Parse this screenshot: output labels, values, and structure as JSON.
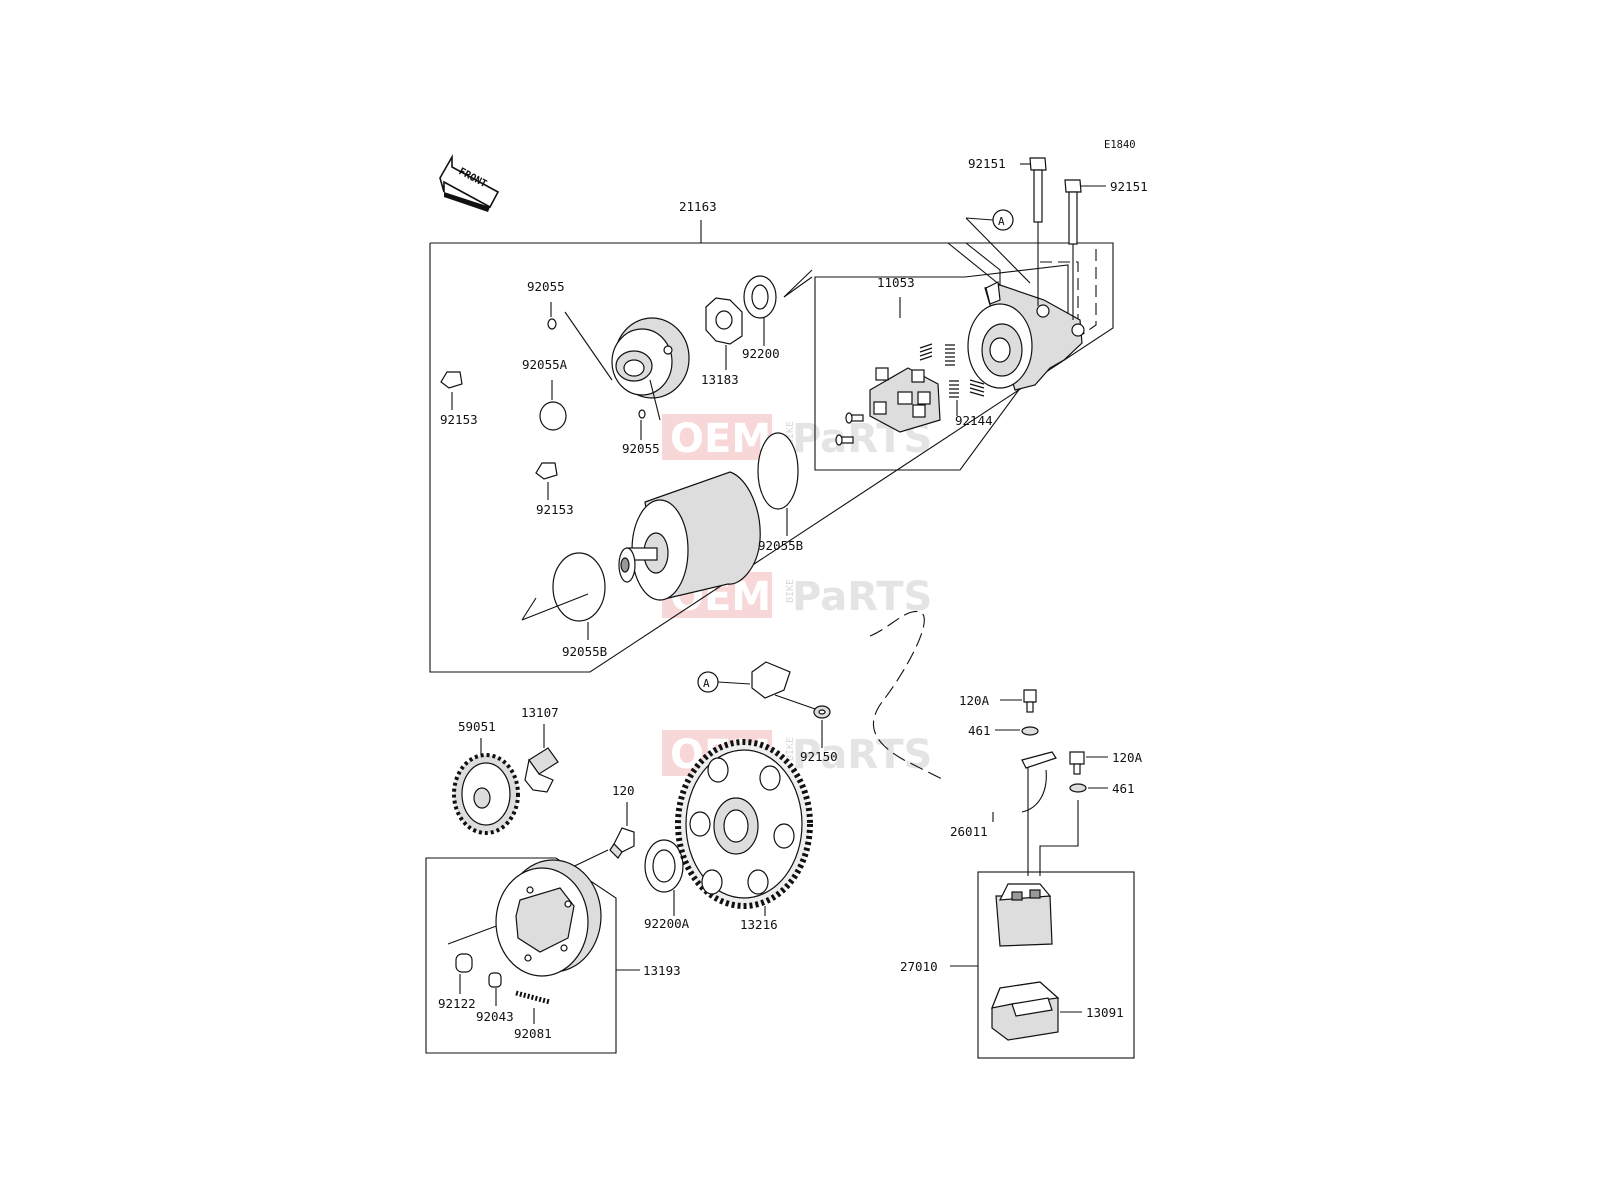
{
  "diagram": {
    "ref_code": "E1840",
    "front_label": "FRONT",
    "callout_a": "A",
    "watermark": {
      "oem": "OEM",
      "bike": "BIKE",
      "parts": "PaRTS"
    },
    "labels": {
      "p21163": "21163",
      "p92055_top": "92055",
      "p92055A": "92055A",
      "p92153_top": "92153",
      "p92055_mid": "92055",
      "p92153_bottom": "92153",
      "p13183": "13183",
      "p92200": "92200",
      "p11053": "11053",
      "p92144": "92144",
      "p92151_left": "92151",
      "p92151_right": "92151",
      "p92055B_right": "92055B",
      "p92055B_left": "92055B",
      "p59051": "59051",
      "p13107": "13107",
      "p120": "120",
      "p92150": "92150",
      "p120A_top": "120A",
      "p461_top": "461",
      "p120A_right": "120A",
      "p461_right": "461",
      "p26011": "26011",
      "p92200A": "92200A",
      "p13216": "13216",
      "p13193": "13193",
      "p92122": "92122",
      "p92043": "92043",
      "p92081": "92081",
      "p27010": "27010",
      "p13091": "13091"
    }
  }
}
